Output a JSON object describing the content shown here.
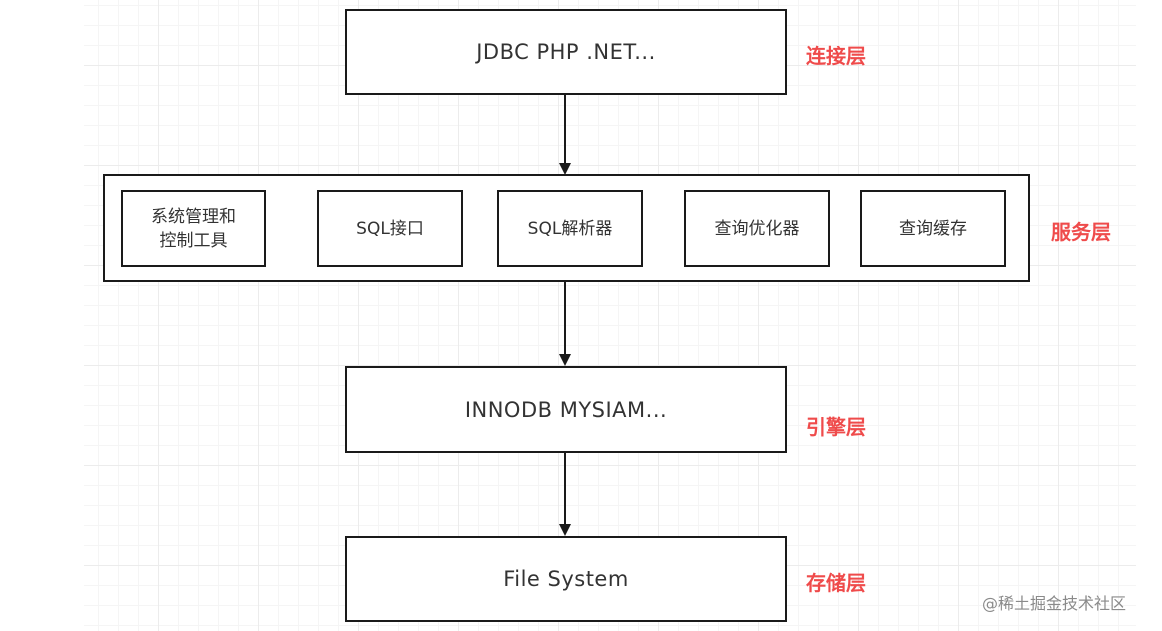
{
  "layers": {
    "connection": {
      "content": "JDBC PHP .NET...",
      "label": "连接层"
    },
    "service": {
      "label": "服务层",
      "modules": [
        {
          "line1": "系统管理和",
          "line2": "控制工具"
        },
        {
          "line1": "SQL接口",
          "line2": ""
        },
        {
          "line1": "SQL解析器",
          "line2": ""
        },
        {
          "line1": "查询优化器",
          "line2": ""
        },
        {
          "line1": "查询缓存",
          "line2": ""
        }
      ]
    },
    "engine": {
      "content": "INNODB MYSIAM...",
      "label": "引擎层"
    },
    "storage": {
      "content": "File System",
      "label": "存储层"
    }
  },
  "colors": {
    "label": "#ef4b4b",
    "border": "#1a1a1a",
    "text": "#333333"
  },
  "watermark": "@稀土掘金技术社区"
}
